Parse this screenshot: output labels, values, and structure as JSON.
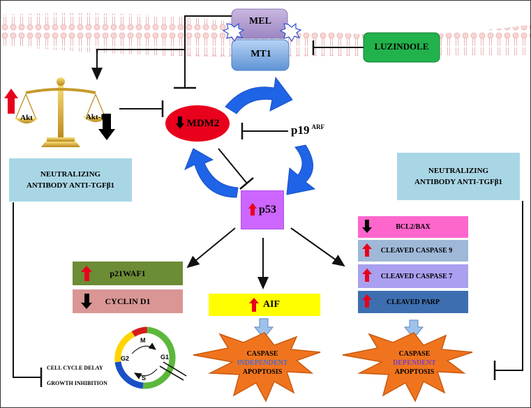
{
  "receptor": {
    "ligand": "MEL",
    "receptor": "MT1",
    "antagonist": "LUZINDOLE"
  },
  "akt": {
    "left_pan": "Akt",
    "right_pan": "Akt-P"
  },
  "mdm2": {
    "label": "MDM2"
  },
  "p19": {
    "label": "p19",
    "sup": "ARF"
  },
  "p53": {
    "label": "p53"
  },
  "neutralizing_left": {
    "line1": "NEUTRALIZING",
    "line2": "ANTIBODY ANTI-TGFβ1"
  },
  "neutralizing_right": {
    "line1": "NEUTRALIZING",
    "line2": "ANTIBODY ANTI-TGFβ1"
  },
  "cell_cycle": {
    "p21": "p21WAF1",
    "cyclin": "CYCLIN D1",
    "phases": {
      "m": "M",
      "g1": "G1",
      "s": "S",
      "g2": "G2"
    },
    "outcome1": "CELL CYCLE DELAY",
    "outcome2": "GROWTH INHIBITION"
  },
  "aif": {
    "label": "AIF"
  },
  "caspase_markers": {
    "bcl2": "BCL2/BAX",
    "casp9": "CLEAVED CASPASE 9",
    "casp7": "CLEAVED CASPASE 7",
    "parp": "CLEAVED PARP"
  },
  "apoptosis_left": {
    "line1": "CASPASE",
    "line2": "INDEPENDENT",
    "line3": "APOPTOSIS"
  },
  "apoptosis_right": {
    "line1": "CASPASE",
    "line2": "DEPENDENT",
    "line3": "APOPTOSIS"
  },
  "colors": {
    "up_arrow": "#e8001c",
    "down_arrow": "#000000",
    "membrane": "#f2c9c9",
    "mdm2": "#e8001c",
    "p53": "#cc66ff",
    "luzindole": "#22b24c"
  }
}
